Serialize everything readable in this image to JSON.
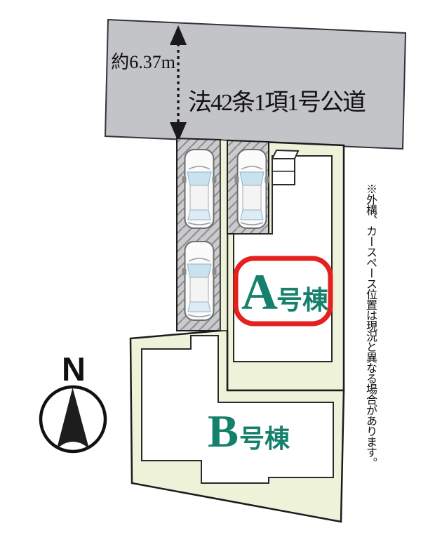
{
  "road": {
    "label": "法42条1項1号公道",
    "width_label": "約6.37m"
  },
  "parking": {
    "car_spaces": 3
  },
  "plots": {
    "a": {
      "letter": "A",
      "suffix": "号棟"
    },
    "b": {
      "letter": "B",
      "suffix": "号棟"
    }
  },
  "compass": {
    "north_label": "N"
  },
  "disclaimer": "※外構、カースペース位置は現況と異なる場合があります。",
  "colors": {
    "road_gray": "#c3c4c8",
    "hatch_gray": "#cbcbce",
    "hatch_line": "#8e8e93",
    "plot_green": "#edf2d8",
    "highlight_red": "#e5201e",
    "brand_green": "#15806b",
    "outline": "#1c1c1c"
  }
}
